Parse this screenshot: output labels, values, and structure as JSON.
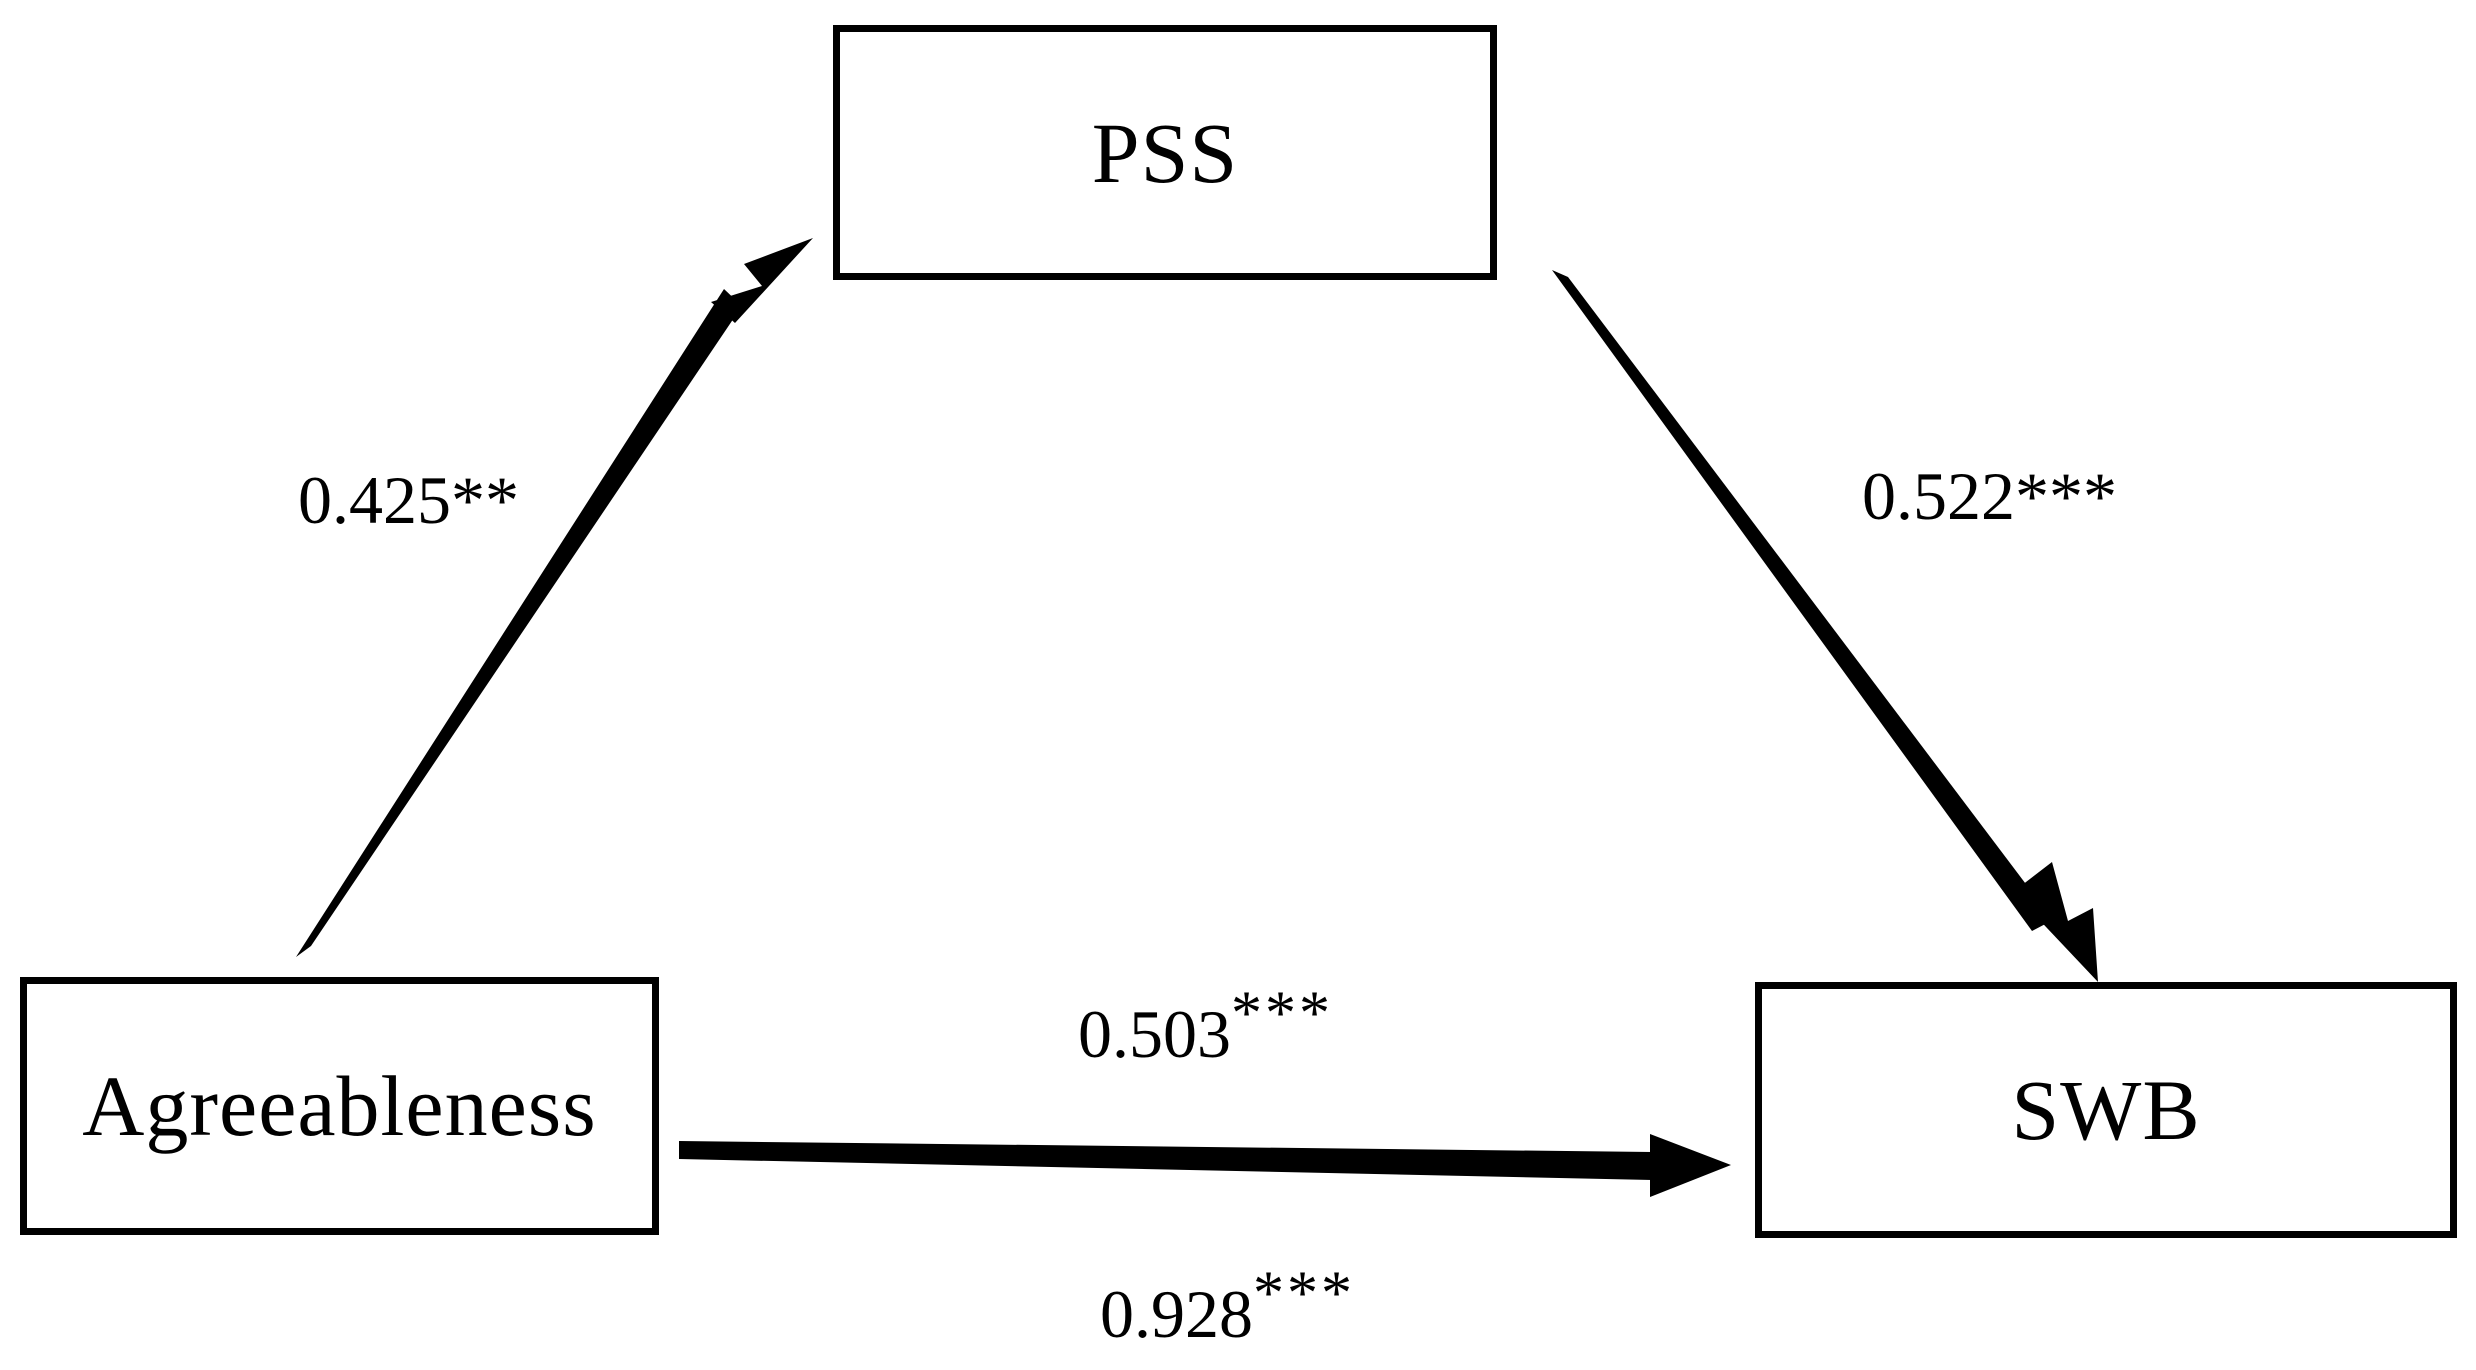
{
  "diagram": {
    "type": "mediation-path-diagram",
    "nodes": [
      {
        "id": "predictor",
        "label": "Agreeableness"
      },
      {
        "id": "mediator",
        "label": "PSS"
      },
      {
        "id": "outcome",
        "label": "SWB"
      }
    ],
    "paths": [
      {
        "id": "a-path",
        "from": "Agreeableness",
        "to": "PSS",
        "coefficient": "0.425",
        "stars": "**",
        "significance_style": "inline",
        "label": "0.425**"
      },
      {
        "id": "b-path",
        "from": "PSS",
        "to": "SWB",
        "coefficient": "0.522",
        "stars": "***",
        "significance_style": "inline",
        "label": "0.522***"
      },
      {
        "id": "direct-path",
        "from": "Agreeableness",
        "to": "SWB",
        "coefficient": "0.503",
        "stars": "***",
        "significance_style": "superscript",
        "label": "0.503***"
      },
      {
        "id": "total-effect",
        "from": "Agreeableness",
        "to": "SWB",
        "coefficient": "0.928",
        "stars": "***",
        "significance_style": "superscript",
        "label": "0.928***"
      }
    ],
    "colors": {
      "stroke": "#000000",
      "background": "#ffffff",
      "text": "#000000"
    }
  }
}
